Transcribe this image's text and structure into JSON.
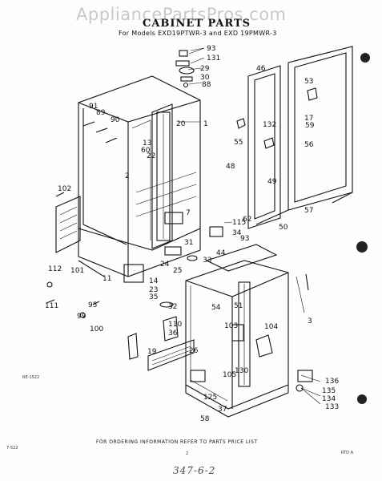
{
  "watermark": "AppliancePartsPros.com",
  "title": "CABINET PARTS",
  "subtitle": "For Models EXD19PTWR-3 and EXD 19PMWR-3",
  "footer": "FOR ORDERING INFORMATION REFER TO PARTS PRICE LIST",
  "figure_code": "RE-1522",
  "corner_left": "7-522",
  "page_number": "2",
  "corner_right": "RTD A",
  "handwritten": "347-6-2",
  "callouts": [
    "93",
    "131",
    "29",
    "30",
    "88",
    "91",
    "89",
    "90",
    "1",
    "20",
    "13",
    "60",
    "22",
    "2",
    "102",
    "7",
    "115",
    "34",
    "31",
    "93",
    "24",
    "25",
    "33",
    "112",
    "101",
    "11",
    "14",
    "23",
    "35",
    "32",
    "111",
    "95",
    "99",
    "100",
    "110",
    "36",
    "19",
    "46",
    "53",
    "55",
    "132",
    "17",
    "59",
    "56",
    "48",
    "49",
    "57",
    "62",
    "50",
    "44",
    "3",
    "54",
    "51",
    "103",
    "104",
    "26",
    "130",
    "105",
    "125",
    "37",
    "58",
    "136",
    "135",
    "134",
    "133"
  ]
}
